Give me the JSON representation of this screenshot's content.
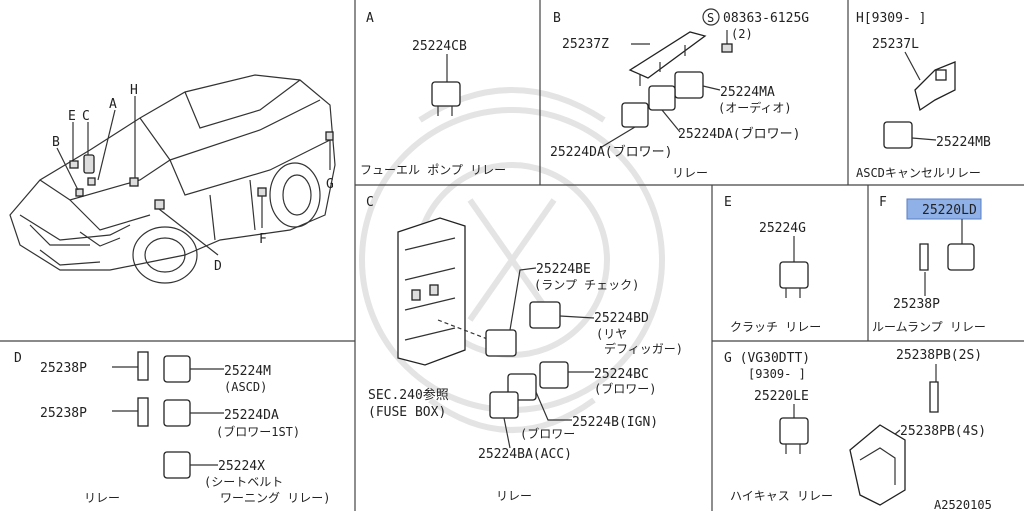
{
  "diagram_id": "A2520105",
  "car_callouts": [
    "A",
    "B",
    "C",
    "D",
    "E",
    "F",
    "G",
    "H"
  ],
  "section_a": {
    "letter": "A",
    "part": "25224CB",
    "caption": "フューエル ポンプ  リレー"
  },
  "section_b": {
    "letter": "B",
    "screw": "08363-6125G",
    "screw_symbol": "S",
    "screw_qty": "(2)",
    "bracket": "25237Z",
    "relay_ma": "25224MA",
    "relay_ma_note": "(オーディオ)",
    "relay_da1": "25224DA(ブロワー)",
    "relay_da2": "25224DA(ブロワー)",
    "caption": "リレー"
  },
  "section_h": {
    "header": "H[9309-    ]",
    "bracket": "25237L",
    "relay": "25224MB",
    "caption": "ASCDキャンセルリレー"
  },
  "section_c": {
    "letter": "C",
    "be": "25224BE",
    "be_note": "(ランプ  チェック)",
    "bd": "25224BD",
    "bd_note1": "(リヤ",
    "bd_note2": "デフィッガー)",
    "bc": "25224BC",
    "bc_note": "(ブロワー)",
    "b": "25224B(IGN)",
    "b_note": "(ブロワー",
    "ba": "25224BA(ACC)",
    "fuse_ref1": "SEC.240参照",
    "fuse_ref2": "(FUSE BOX)",
    "caption": "リレー"
  },
  "section_e": {
    "letter": "E",
    "part": "25224G",
    "caption": "クラッチ  リレー"
  },
  "section_f": {
    "letter": "F",
    "part": "25220LD",
    "highlight": "#8fb1e8",
    "bracket": "25238P",
    "caption": "ルームランプ  リレー"
  },
  "section_d": {
    "letter": "D",
    "rows": [
      {
        "bracket": "25238P",
        "relay": "25224M",
        "note": "(ASCD)"
      },
      {
        "bracket": "25238P",
        "relay": "25224DA",
        "note": "(ブロワー1ST)"
      },
      {
        "bracket": "",
        "relay": "25224X",
        "note": "(シートベルト"
      }
    ],
    "note_cont": "ワーニング  リレー)",
    "caption": "リレー"
  },
  "section_g": {
    "header": "G (VG30DTT)",
    "sub": "[9309-       ]",
    "relay": "25220LE",
    "bracket_2s": "25238PB(2S)",
    "bracket_4s": "25238PB(4S)",
    "caption": "ハイキャス  リレー"
  }
}
